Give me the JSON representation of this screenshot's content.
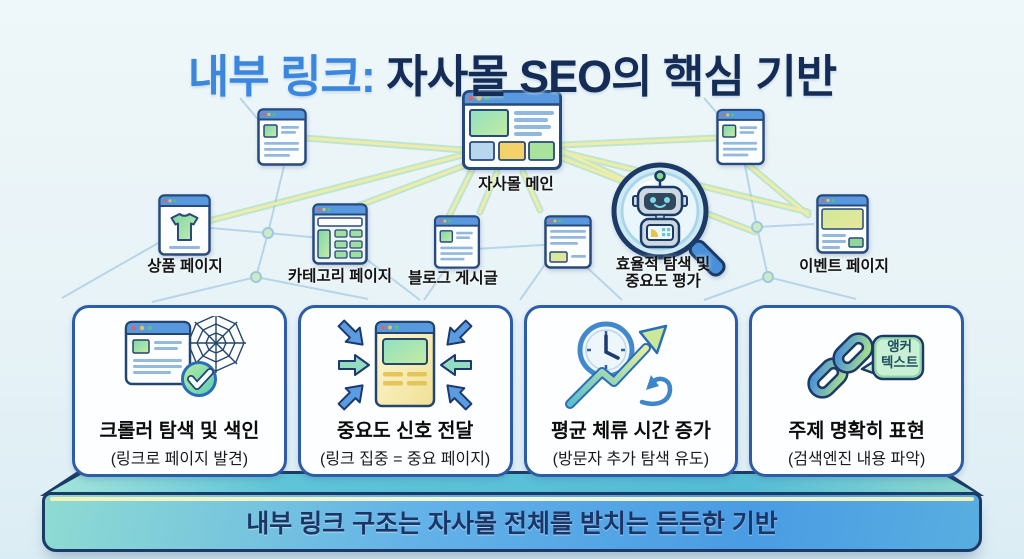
{
  "title": {
    "highlight": "내부 링크:",
    "rest": " 자사몰 SEO의 핵심 기반"
  },
  "diagram": {
    "main": {
      "label": "자사몰 메인"
    },
    "product": {
      "label": "상품 페이지"
    },
    "category": {
      "label": "카테고리 페이지"
    },
    "blog": {
      "label": "블로그 게시글"
    },
    "event": {
      "label": "이벤트 페이지"
    },
    "crawler": {
      "label_line1": "효율적 탐색 및",
      "label_line2": "중요도 평가"
    }
  },
  "cards": [
    {
      "id": "crawler-indexing",
      "icon": "spider-web-check-icon",
      "title": "크롤러 탐색 및 색인",
      "subtitle": "(링크로 페이지 발견)"
    },
    {
      "id": "importance-signal",
      "icon": "inward-arrows-page-icon",
      "title": "중요도 신호 전달",
      "subtitle": "(링크 집중 = 중요 페이지)"
    },
    {
      "id": "dwell-time",
      "icon": "clock-growth-arrow-icon",
      "title": "평균 체류 시간 증가",
      "subtitle": "(방문자 추가 탐색 유도)"
    },
    {
      "id": "topic-clarity",
      "icon": "chain-link-icon",
      "title": "주제 명확히 표현",
      "subtitle": "(검색엔진 내용 파악)",
      "badge": {
        "line1": "앵커",
        "line2": "텍스트"
      }
    }
  ],
  "footer": {
    "text": "내부 링크 구조는 자사몰 전체를 받치는 든든한 기반"
  },
  "colors": {
    "title_highlight": "#3c87de",
    "title_main": "#152d56",
    "card_border": "#2d5da6",
    "navy_outline": "#1c3a66",
    "banner_text": "#1b3567",
    "background": "#e9f3f7",
    "ray_yellow": "#f1eda6",
    "ray_green": "#92d8a8",
    "mesh_blue": "#aed0e6"
  }
}
